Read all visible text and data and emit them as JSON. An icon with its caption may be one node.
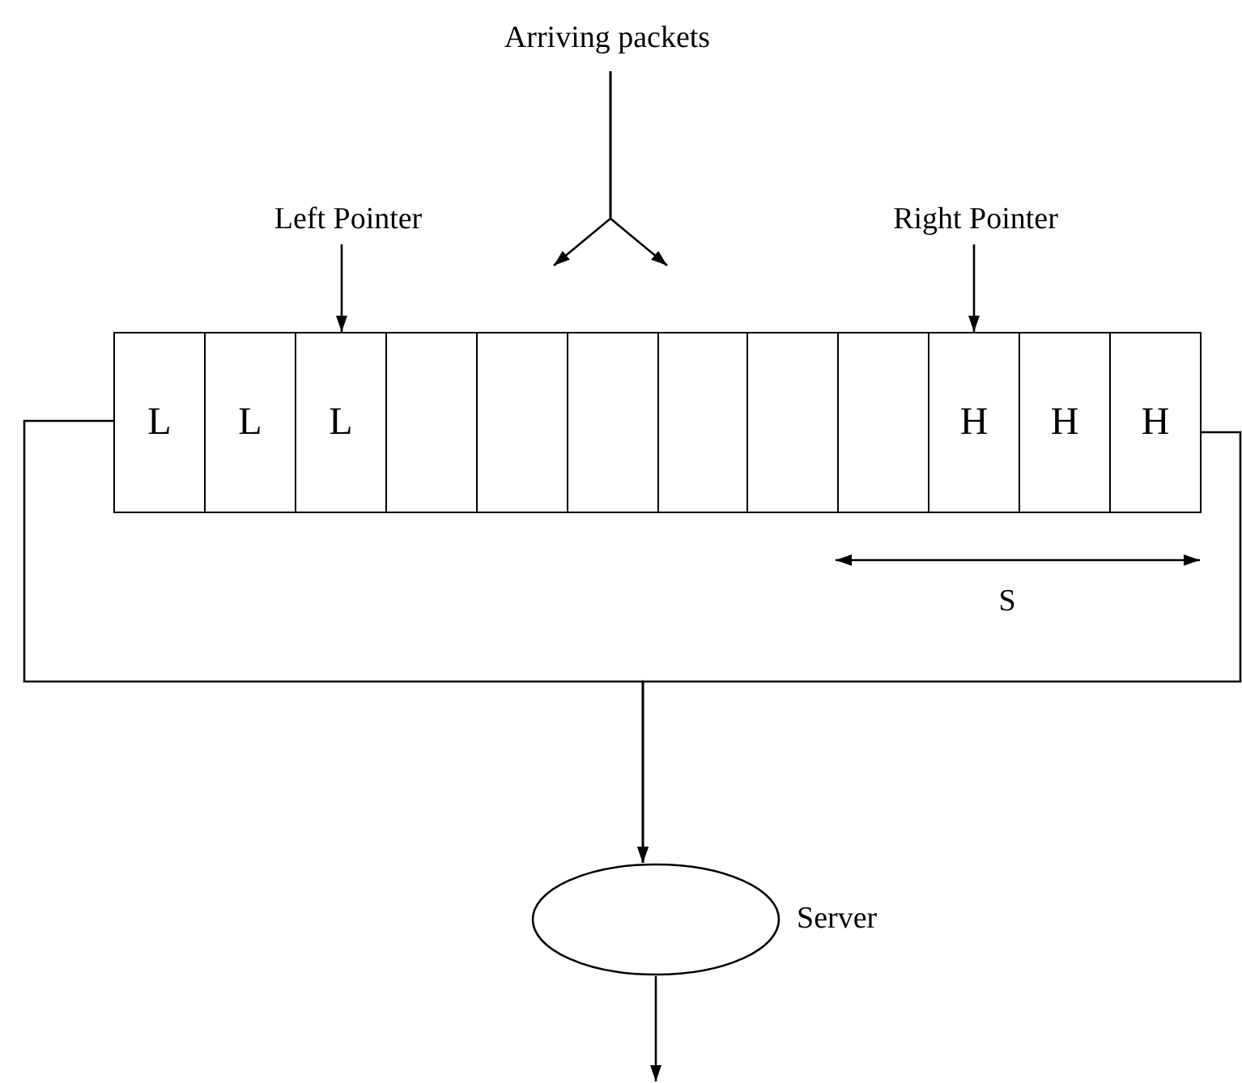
{
  "diagram": {
    "nodes": [
      {
        "text": [
          "Arriving packets"
        ]
      },
      {
        "text": [
          "Left Pointer"
        ]
      },
      {
        "text": [
          "Right Pointer"
        ]
      },
      {
        "text": [
          "L"
        ]
      },
      {
        "text": [
          "L"
        ]
      },
      {
        "text": [
          "L"
        ]
      },
      {
        "text": [],
        "shape": "box"
      },
      {
        "text": [],
        "shape": "box"
      },
      {
        "text": [],
        "shape": "box"
      },
      {
        "text": [],
        "shape": "box"
      },
      {
        "text": [],
        "shape": "box"
      },
      {
        "text": [],
        "shape": "box"
      },
      {
        "text": [
          "H"
        ]
      },
      {
        "text": [
          "H"
        ]
      },
      {
        "text": [
          "H"
        ]
      },
      {
        "text": [],
        "shape": "ellipse",
        "beside": [
          "Server"
        ]
      }
    ],
    "edges": [
      {
        "from": 0,
        "to": null,
        "arrow": "to"
      },
      {
        "from": 0,
        "to": null,
        "arrow": "to"
      },
      {
        "from": 1,
        "to": 5,
        "arrow": "to"
      },
      {
        "from": 2,
        "to": 12,
        "arrow": "to"
      },
      {
        "from": 3,
        "to": 15,
        "arrow": "to"
      },
      {
        "from": 14,
        "to": 15,
        "arrow": "to"
      },
      {
        "from": 15,
        "to": null,
        "arrow": "to"
      }
    ],
    "labels": [
      "S"
    ]
  }
}
